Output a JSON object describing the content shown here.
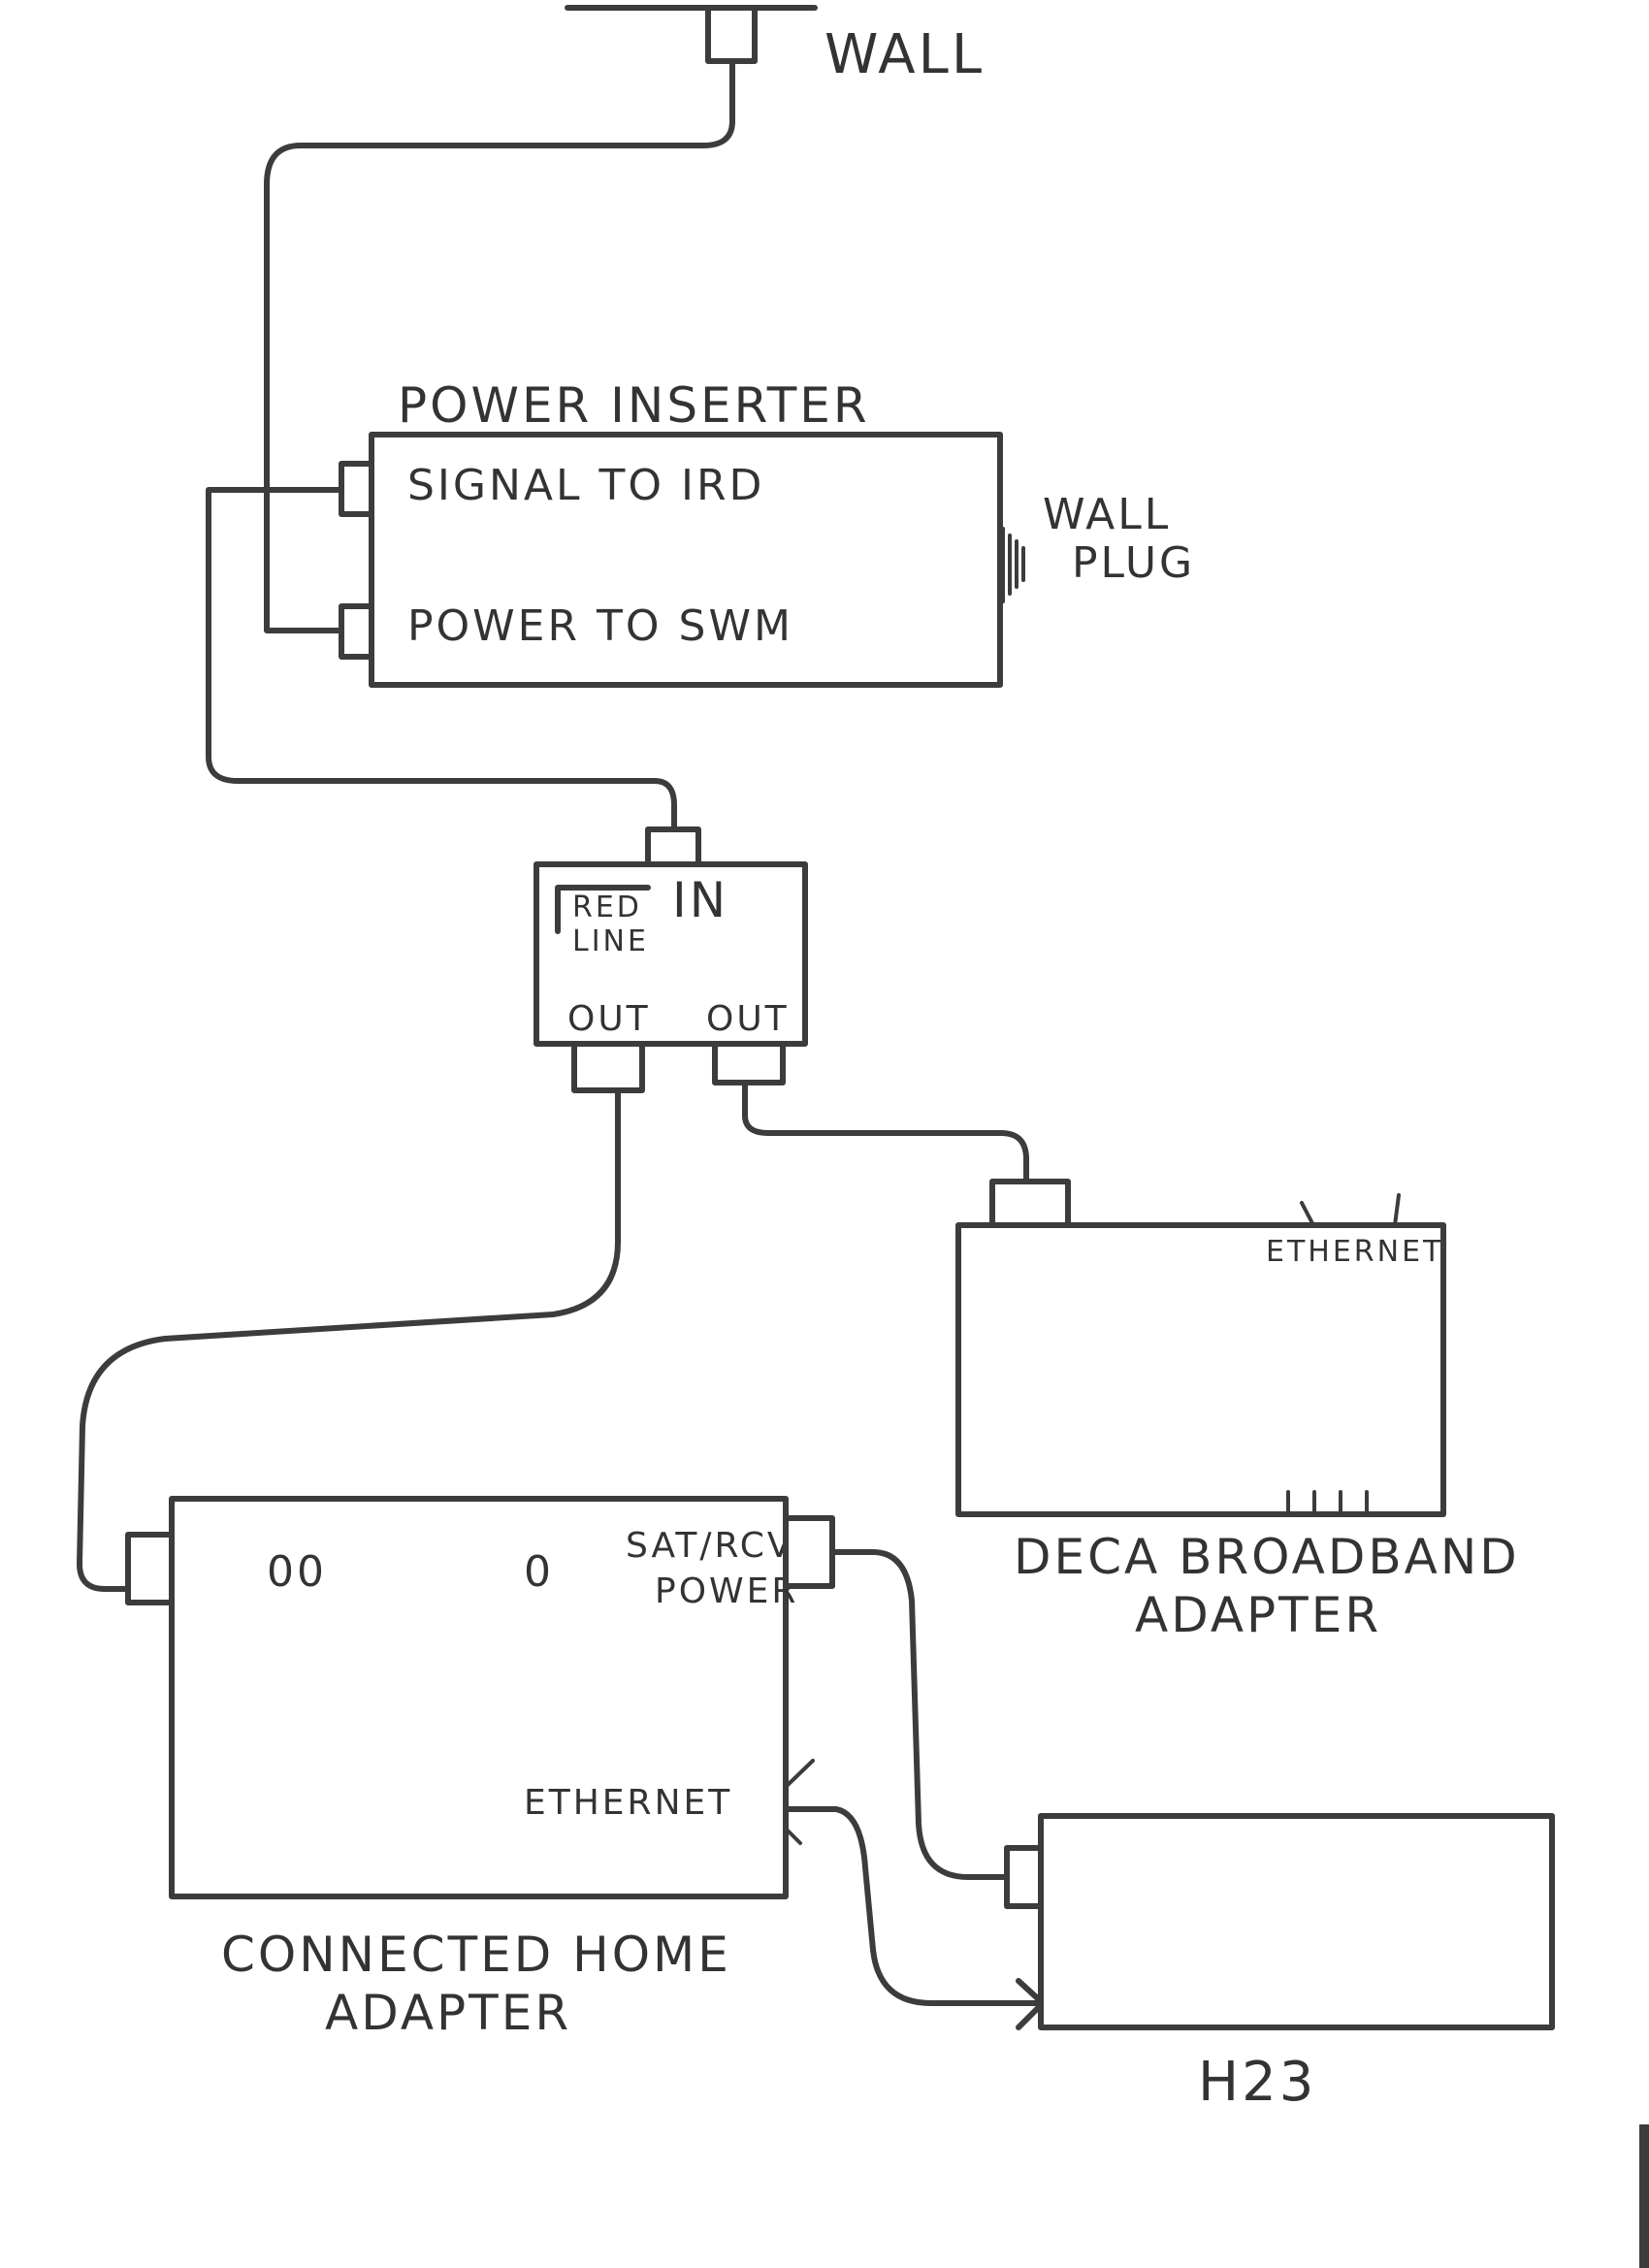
{
  "labels": {
    "wall": "WALL",
    "power_inserter": {
      "title": "POWER INSERTER",
      "signal_port": "SIGNAL TO IRD",
      "power_port": "POWER TO SWM",
      "wall_plug_line1": "WALL",
      "wall_plug_line2": "PLUG"
    },
    "splitter": {
      "red_line_1": "RED",
      "red_line_2": "LINE",
      "in_port": "IN",
      "out_left": "OUT",
      "out_right": "OUT"
    },
    "deca": {
      "ethernet": "ETHERNET",
      "title_line1": "DECA BROADBAND",
      "title_line2": "ADAPTER"
    },
    "cha": {
      "sat_rcv_line1": "SAT/RCV",
      "sat_rcv_line2": "POWER",
      "ethernet": "ETHERNET",
      "led_pair": "00",
      "led_single": "0",
      "title_line1": "CONNECTED HOME",
      "title_line2": "ADAPTER"
    },
    "receiver": {
      "model": "H23"
    }
  },
  "colors": {
    "ink": "#3c3c3c",
    "paper": "#ffffff"
  }
}
